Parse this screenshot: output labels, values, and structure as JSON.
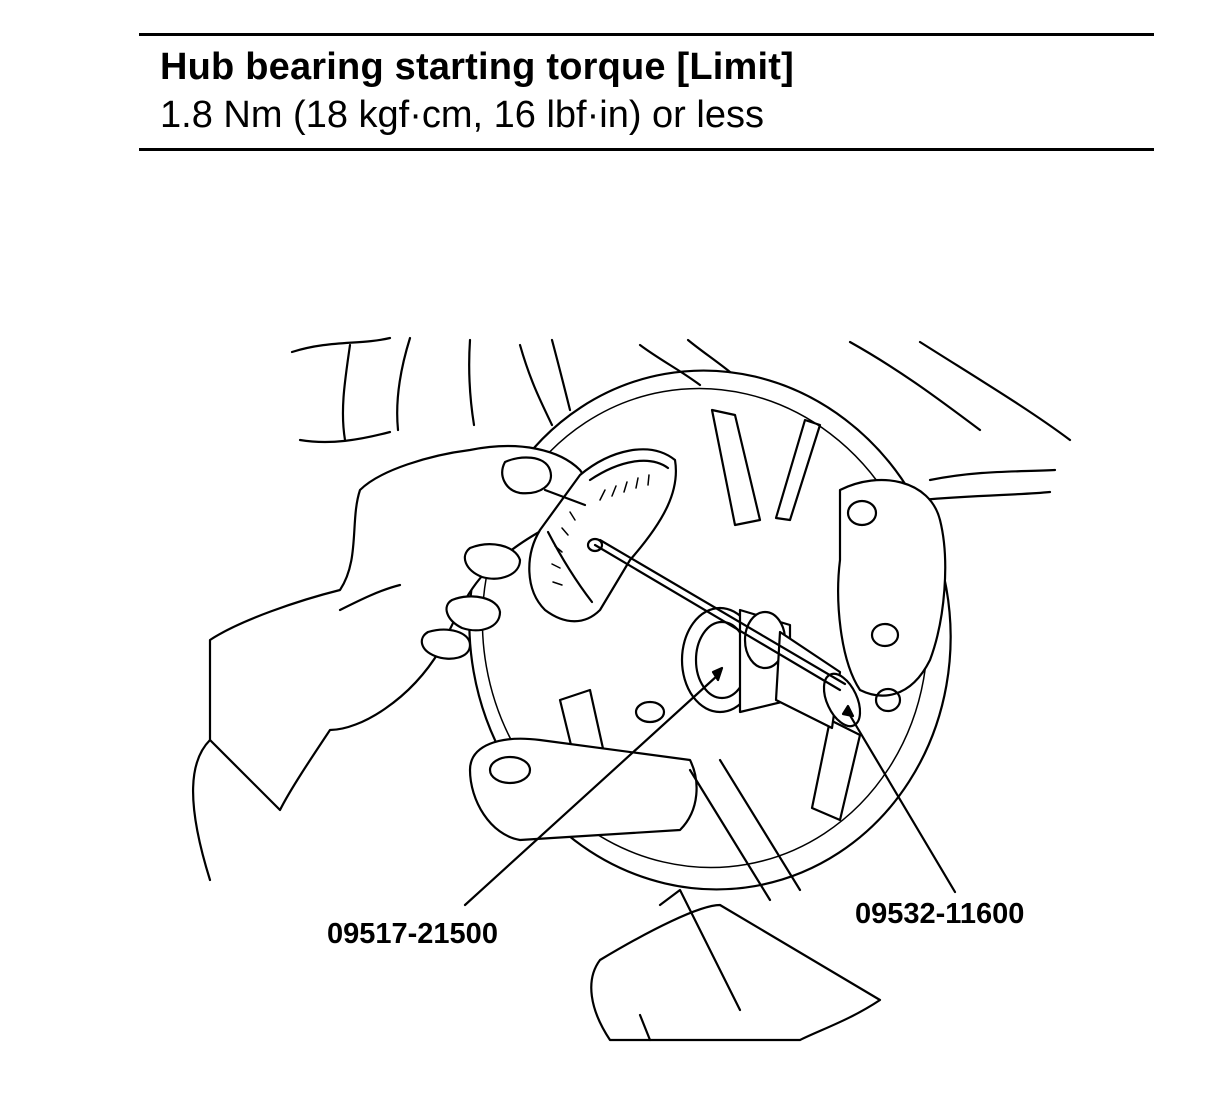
{
  "spec": {
    "title": "Hub bearing starting torque [Limit]",
    "value": "1.8 Nm (18 kgf·cm, 16 lbf·in) or less"
  },
  "callouts": {
    "left_tool": "09517-21500",
    "right_tool": "09532-11600"
  }
}
